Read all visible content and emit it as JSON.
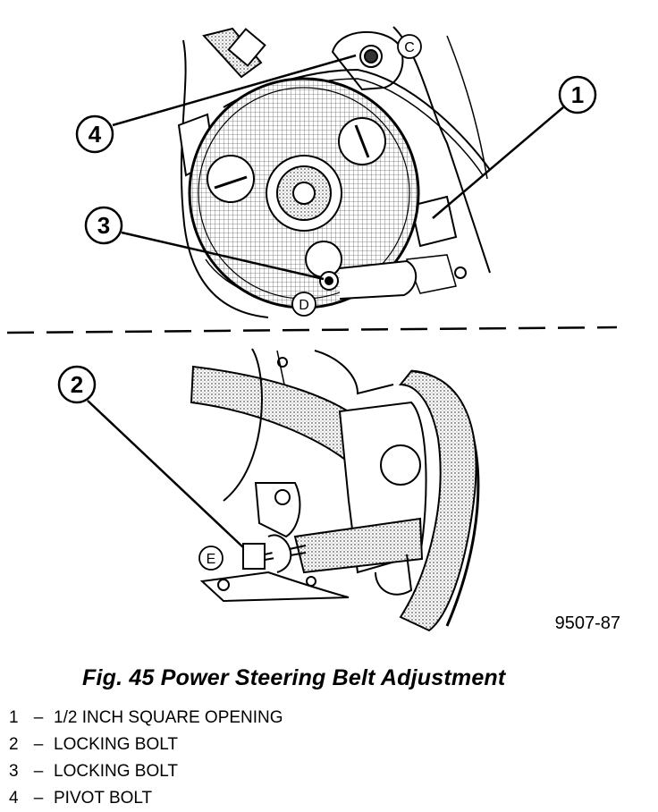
{
  "figure": {
    "drawing_number": "9507-87",
    "callouts": [
      "1",
      "2",
      "3",
      "4"
    ],
    "points": [
      "C",
      "D",
      "E"
    ]
  },
  "caption": "Fig. 45 Power Steering Belt Adjustment",
  "legend": [
    {
      "num": "1",
      "dash": "–",
      "text": "1/2 INCH SQUARE OPENING"
    },
    {
      "num": "2",
      "dash": "–",
      "text": "LOCKING BOLT"
    },
    {
      "num": "3",
      "dash": "–",
      "text": "LOCKING BOLT"
    },
    {
      "num": "4",
      "dash": "–",
      "text": "PIVOT BOLT"
    }
  ]
}
